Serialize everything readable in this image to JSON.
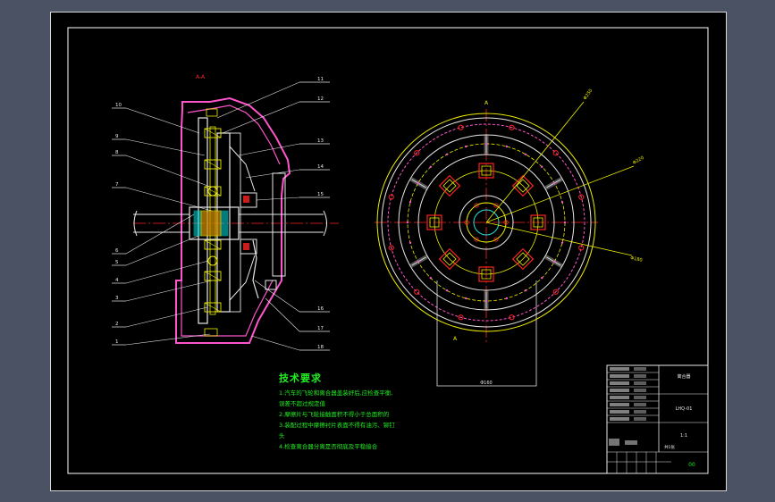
{
  "drawing": {
    "colors": {
      "background": "#4b5263",
      "sheet": "#000000",
      "frame": "#ffffff",
      "centerline": "#ff2222",
      "body_lines": "#e8e8e8",
      "housing": "#ff55cc",
      "hatch": "#00e0e0",
      "yellow": "#eded00",
      "cyan": "#22dddd",
      "green_text": "#22ee22"
    },
    "section_view_label": "A-A",
    "callouts_right": [
      "11",
      "12",
      "13",
      "14",
      "15",
      "16",
      "17",
      "18"
    ],
    "callouts_left": [
      "10",
      "9",
      "8",
      "7",
      "6",
      "5",
      "4",
      "3",
      "2",
      "1"
    ],
    "front_view_labels": {
      "top": "A",
      "bottom": "A",
      "dim_1": "Φ250",
      "dim_2": "Φ220",
      "dim_3": "Φ180",
      "dim_bottom": "Φ160"
    }
  },
  "notes": {
    "title": "技术要求",
    "items": [
      "1.汽车的飞轮和离合器盖装好后,应检查平衡,",
      "误差不超过规定值",
      "2.摩擦片与飞轮接触面积不得小于总面积的",
      "3.装配过程中摩擦衬片表面不得有油污、铆钉",
      "头",
      "4.检查离合器分离是否彻底及平稳接合"
    ]
  },
  "title_block": {
    "label_zone": "离合器",
    "drawing_no": "LHQ-01",
    "scale": "1:1",
    "sheet": "共1张",
    "mark": "00"
  }
}
